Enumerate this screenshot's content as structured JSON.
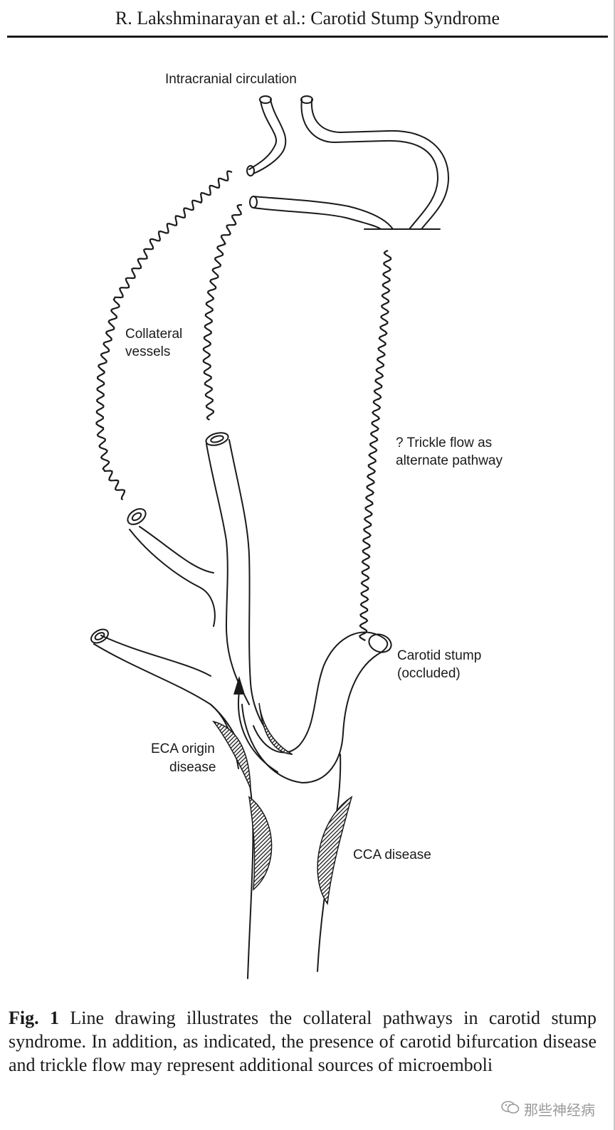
{
  "header": {
    "running_title": "R. Lakshminarayan et al.: Carotid Stump Syndrome"
  },
  "figure": {
    "labels": {
      "intracranial": "Intracranial circulation",
      "collateral_1": "Collateral",
      "collateral_2": "vessels",
      "trickle_1": "? Trickle flow as",
      "trickle_2": "alternate pathway",
      "stump_1": "Carotid stump",
      "stump_2": "(occluded)",
      "eca_1": "ECA origin",
      "eca_2": "disease",
      "cca": "CCA disease"
    }
  },
  "caption": {
    "label": "Fig. 1",
    "text": " Line drawing illustrates the collateral pathways in carotid stump syndrome. In addition, as indicated, the presence of carotid bifurcation disease and trickle flow may represent additional sources of microemboli"
  },
  "watermark": {
    "icon": "wechat-icon",
    "text": "那些神经病"
  }
}
